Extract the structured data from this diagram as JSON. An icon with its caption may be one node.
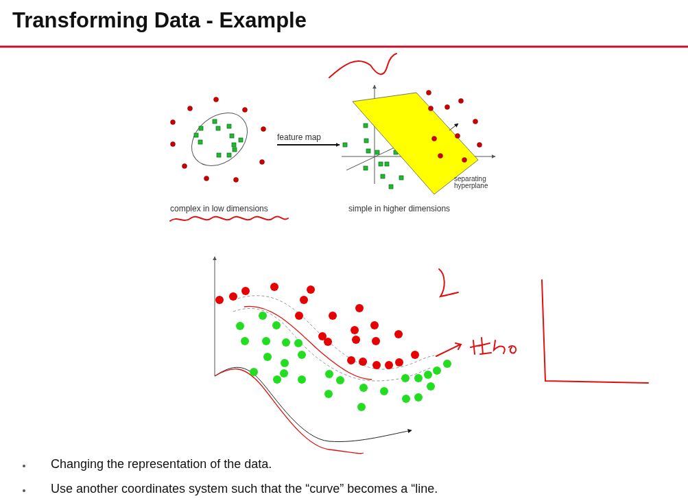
{
  "diagram": {
    "title": "Transforming Data - Example",
    "nodes": [
      {
        "text": [],
        "shape": "picture",
        "beside": [
          "complex in low dimensions"
        ]
      },
      {
        "text": [],
        "shape": "picture",
        "beside": [
          "simple in higher dimensions"
        ]
      }
    ],
    "edges": [
      {
        "from": 0,
        "to": 1,
        "arrow": "to",
        "label": "feature map"
      }
    ],
    "labels": [
      "separating hyperplane",
      "Changing the representation of the data.",
      "Use another coordinates system such that the “curve” becomes a “line."
    ]
  }
}
